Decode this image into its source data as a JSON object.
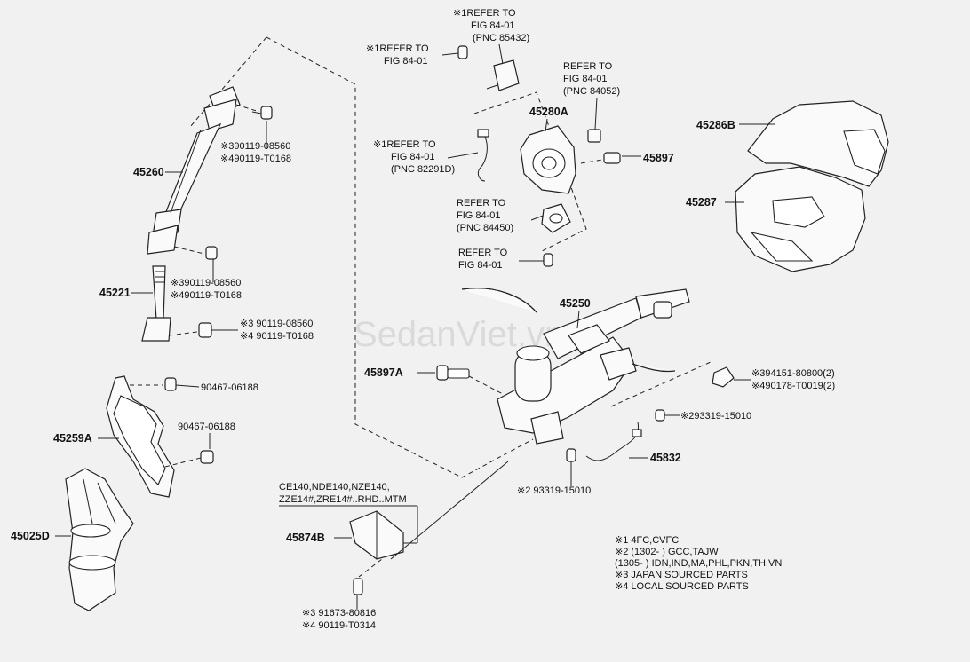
{
  "watermark": "SedanViet.vn",
  "labels": {
    "p45260": "45260",
    "p45221": "45221",
    "p45259a": "45259A",
    "p45025d": "45025D",
    "p45280a": "45280A",
    "p45897": "45897",
    "p45286b": "45286B",
    "p45287": "45287",
    "p45250": "45250",
    "p45897a": "45897A",
    "p45832": "45832",
    "p45874b": "45874B"
  },
  "callouts": {
    "bolt1": [
      "※390119-08560",
      "※490119-T0168"
    ],
    "bolt2": [
      "※390119-08560",
      "※490119-T0168"
    ],
    "bolt3": [
      "※3 90119-08560",
      "※4 90119-T0168"
    ],
    "clip1": "90467-06188",
    "clip2": "90467-06188",
    "nut": [
      "※394151-80800(2)",
      "※490178-T0019(2)"
    ],
    "screw_a": "※293319-15010",
    "screw_b": "※2 93319-15010",
    "bolt_bottom": [
      "※3 91673-80816",
      "※4 90119-T0314"
    ],
    "model_note": [
      "CE140,NDE140,NZE140,",
      "ZZE14#,ZRE14#..RHD..MTM"
    ]
  },
  "refs": {
    "r1": [
      "※1REFER TO",
      "FIG 84-01",
      "(PNC 85432)"
    ],
    "r2": [
      "※1REFER TO",
      "FIG 84-01"
    ],
    "r3": [
      "REFER TO",
      "FIG 84-01",
      "(PNC 84052)"
    ],
    "r4": [
      "※1REFER TO",
      "FIG 84-01",
      "(PNC 82291D)"
    ],
    "r5": [
      "REFER TO",
      "FIG 84-01",
      "(PNC 84450)"
    ],
    "r6": [
      "REFER TO",
      "FIG 84-01"
    ]
  },
  "notes": [
    "※1 4FC,CVFC",
    "※2 (1302-         ) GCC,TAJW",
    "     (1305-         ) IDN,IND,MA,PHL,PKN,TH,VN",
    "※3  JAPAN SOURCED PARTS",
    "※4  LOCAL SOURCED PARTS"
  ]
}
